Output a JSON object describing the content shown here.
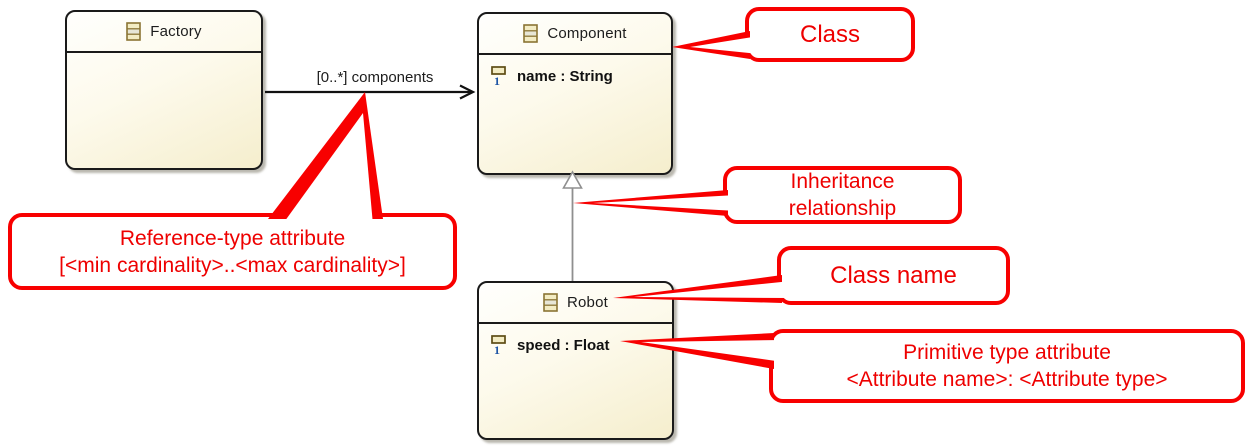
{
  "diagram": {
    "classes": [
      {
        "name": "Factory",
        "attributes": []
      },
      {
        "name": "Component",
        "attributes": [
          "name : String"
        ]
      },
      {
        "name": "Robot",
        "attributes": [
          "speed : Float"
        ]
      }
    ],
    "reference": {
      "label": "[0..*] components"
    }
  },
  "callouts": {
    "class": {
      "text": "Class"
    },
    "inheritance": {
      "line1": "Inheritance",
      "line2": "relationship"
    },
    "class_name": {
      "text": "Class name"
    },
    "primitive": {
      "line1": "Primitive type attribute",
      "line2": "<Attribute name>: <Attribute type>"
    },
    "reference": {
      "line1": "Reference-type attribute",
      "line2": "[<min cardinality>..<max cardinality>]"
    }
  },
  "colors": {
    "callout_red": "#f80000",
    "box_border": "#1a1a1a",
    "box_fill": "#f5eecd",
    "inheritance_gray": "#8f8f8f",
    "icon_border": "#8a7434",
    "icon_fill": "#f3ecc3",
    "attr_number_blue": "#1e55a5"
  }
}
